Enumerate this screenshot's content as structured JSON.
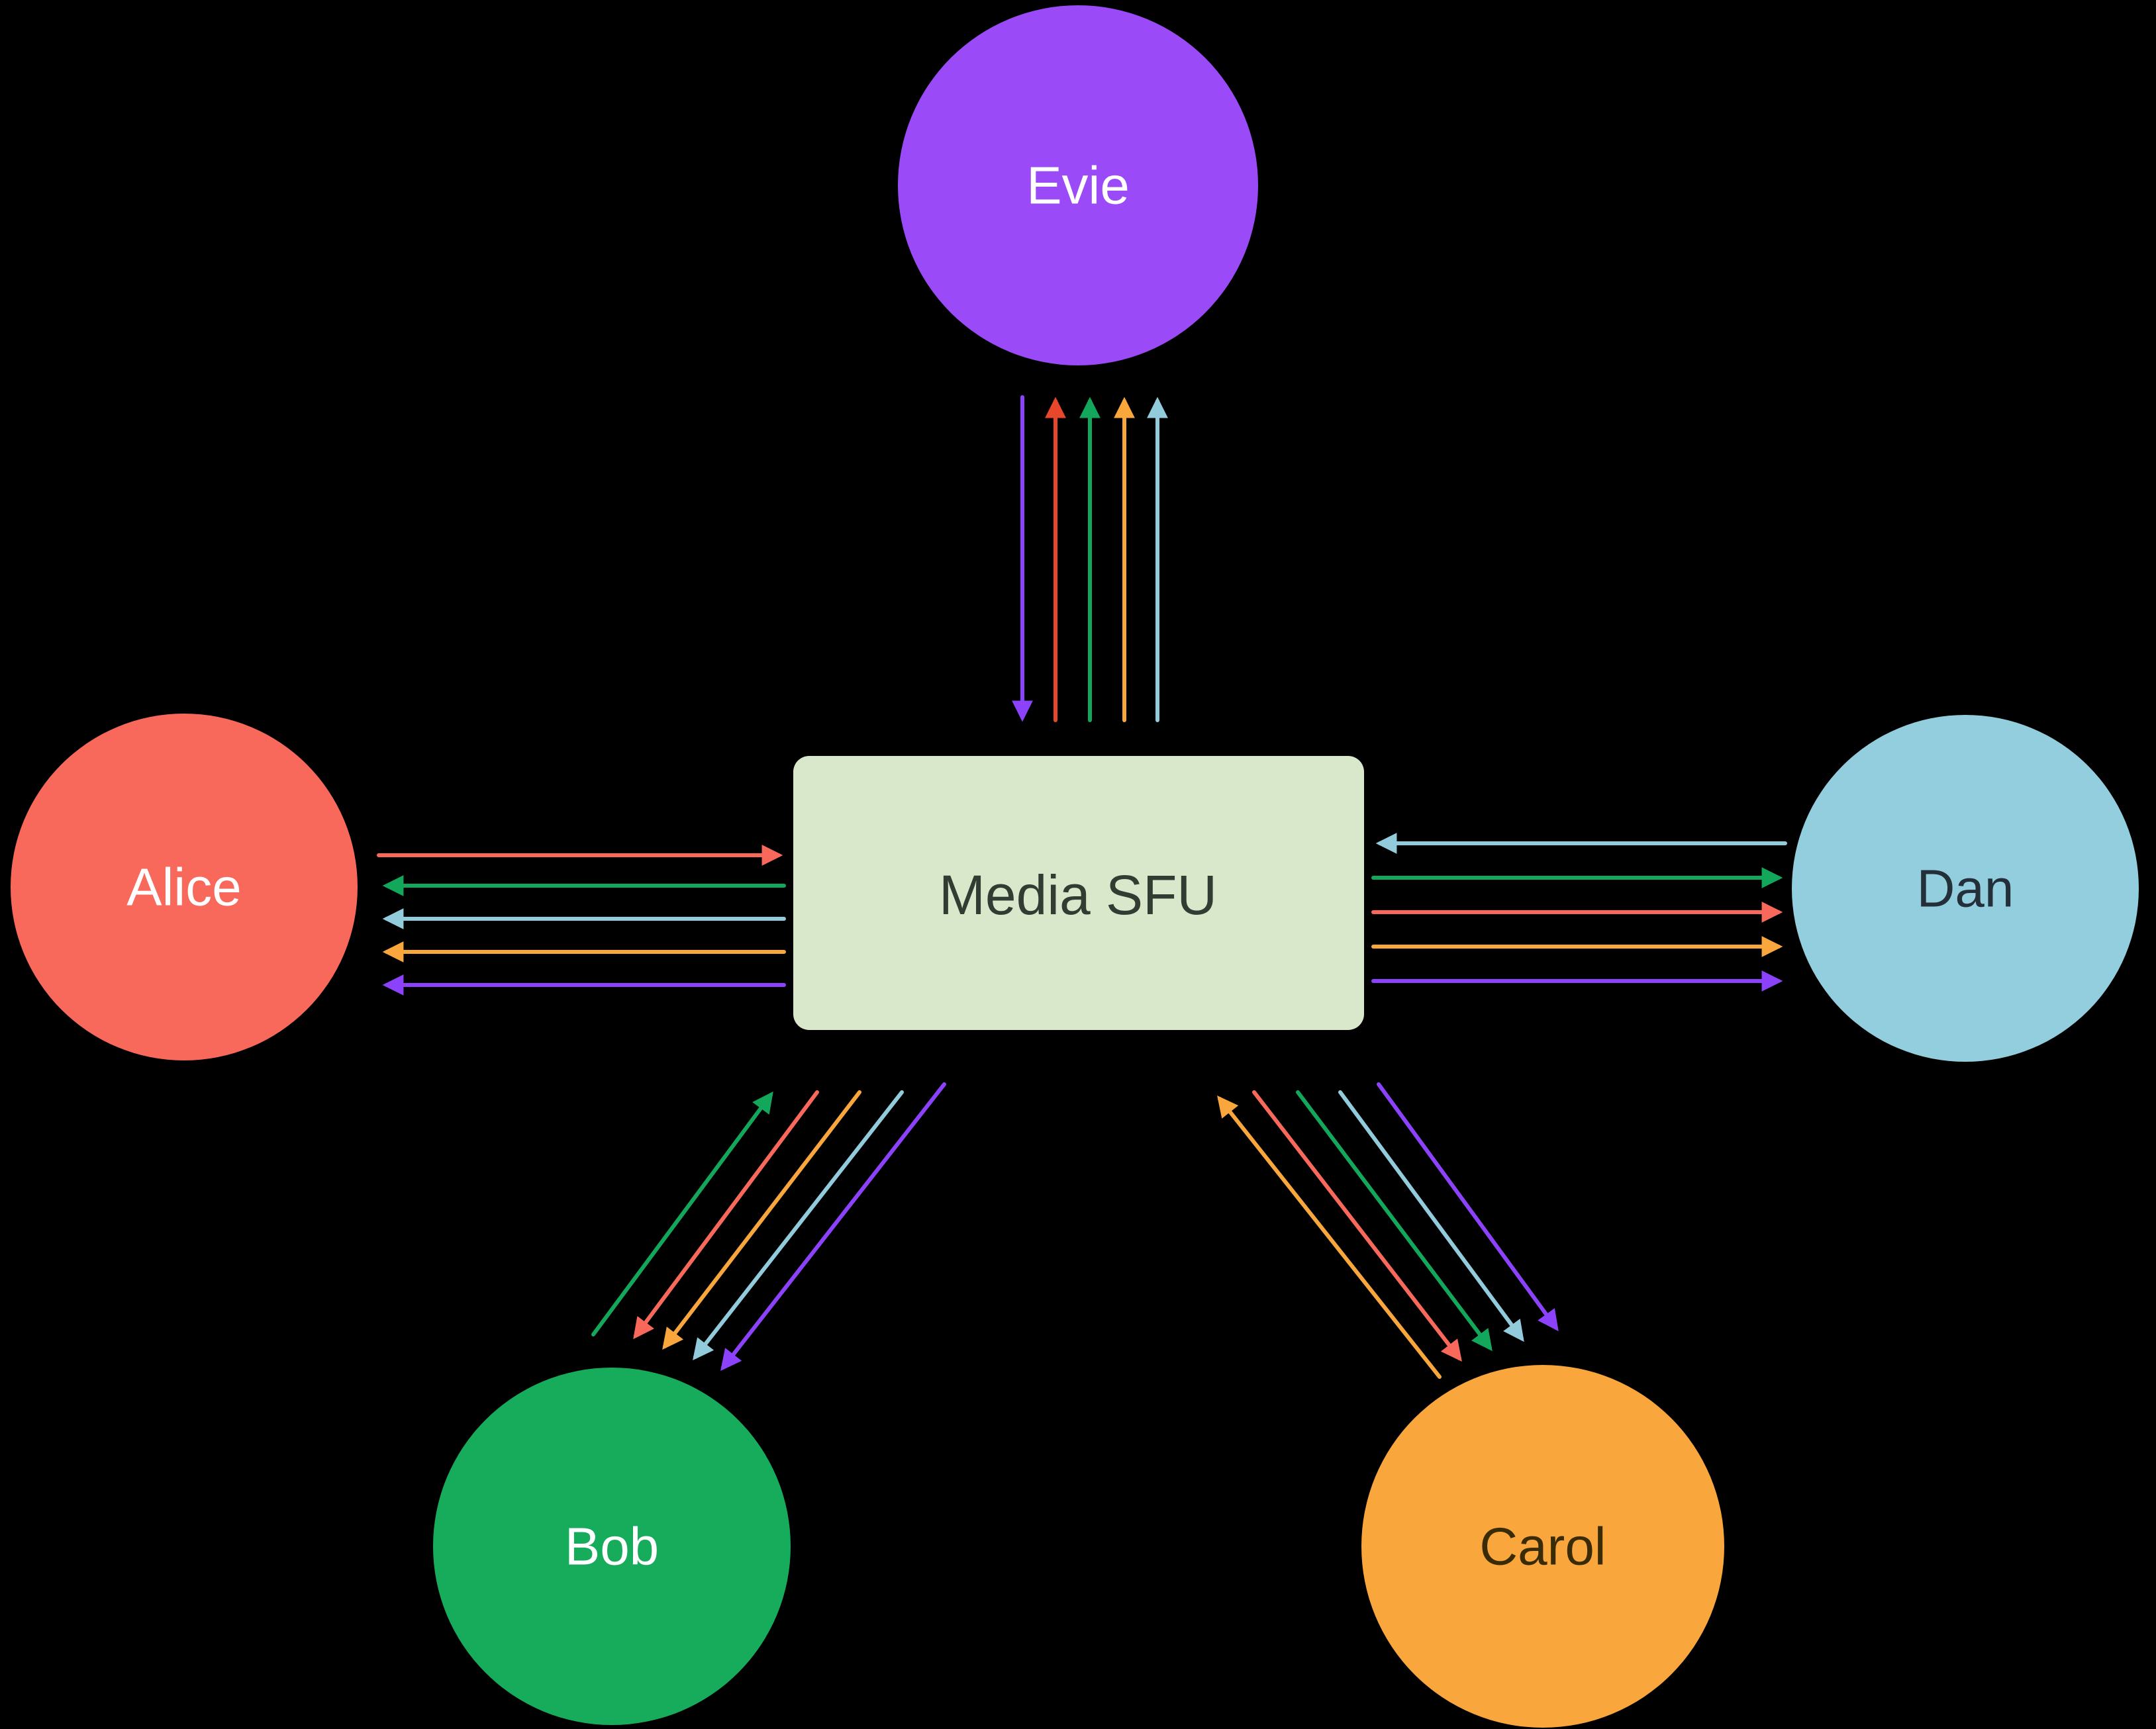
{
  "diagram": {
    "background": "#000000",
    "nodes": {
      "evie": {
        "label": "Evie",
        "fill": "#9B4AF7",
        "text_color": "#FFFFFF"
      },
      "alice": {
        "label": "Alice",
        "fill": "#F8695C",
        "text_color": "#FFFFFF"
      },
      "dan": {
        "label": "Dan",
        "fill": "#92CEDE",
        "text_color": "#233039"
      },
      "bob": {
        "label": "Bob",
        "fill": "#17AB5C",
        "text_color": "#FFFFFF"
      },
      "carol": {
        "label": "Carol",
        "fill": "#F9A63C",
        "text_color": "#3A2B07"
      }
    },
    "sfu": {
      "label": "Media SFU",
      "fill": "#D9E7CB",
      "text_color": "#323C32"
    },
    "stream_colors": {
      "evie": "#8C42FA",
      "alice": "#F8695C",
      "alice_deep": "#E8472C",
      "bob": "#12A75B",
      "carol": "#F9A63C",
      "dan": "#92CBDC"
    }
  }
}
